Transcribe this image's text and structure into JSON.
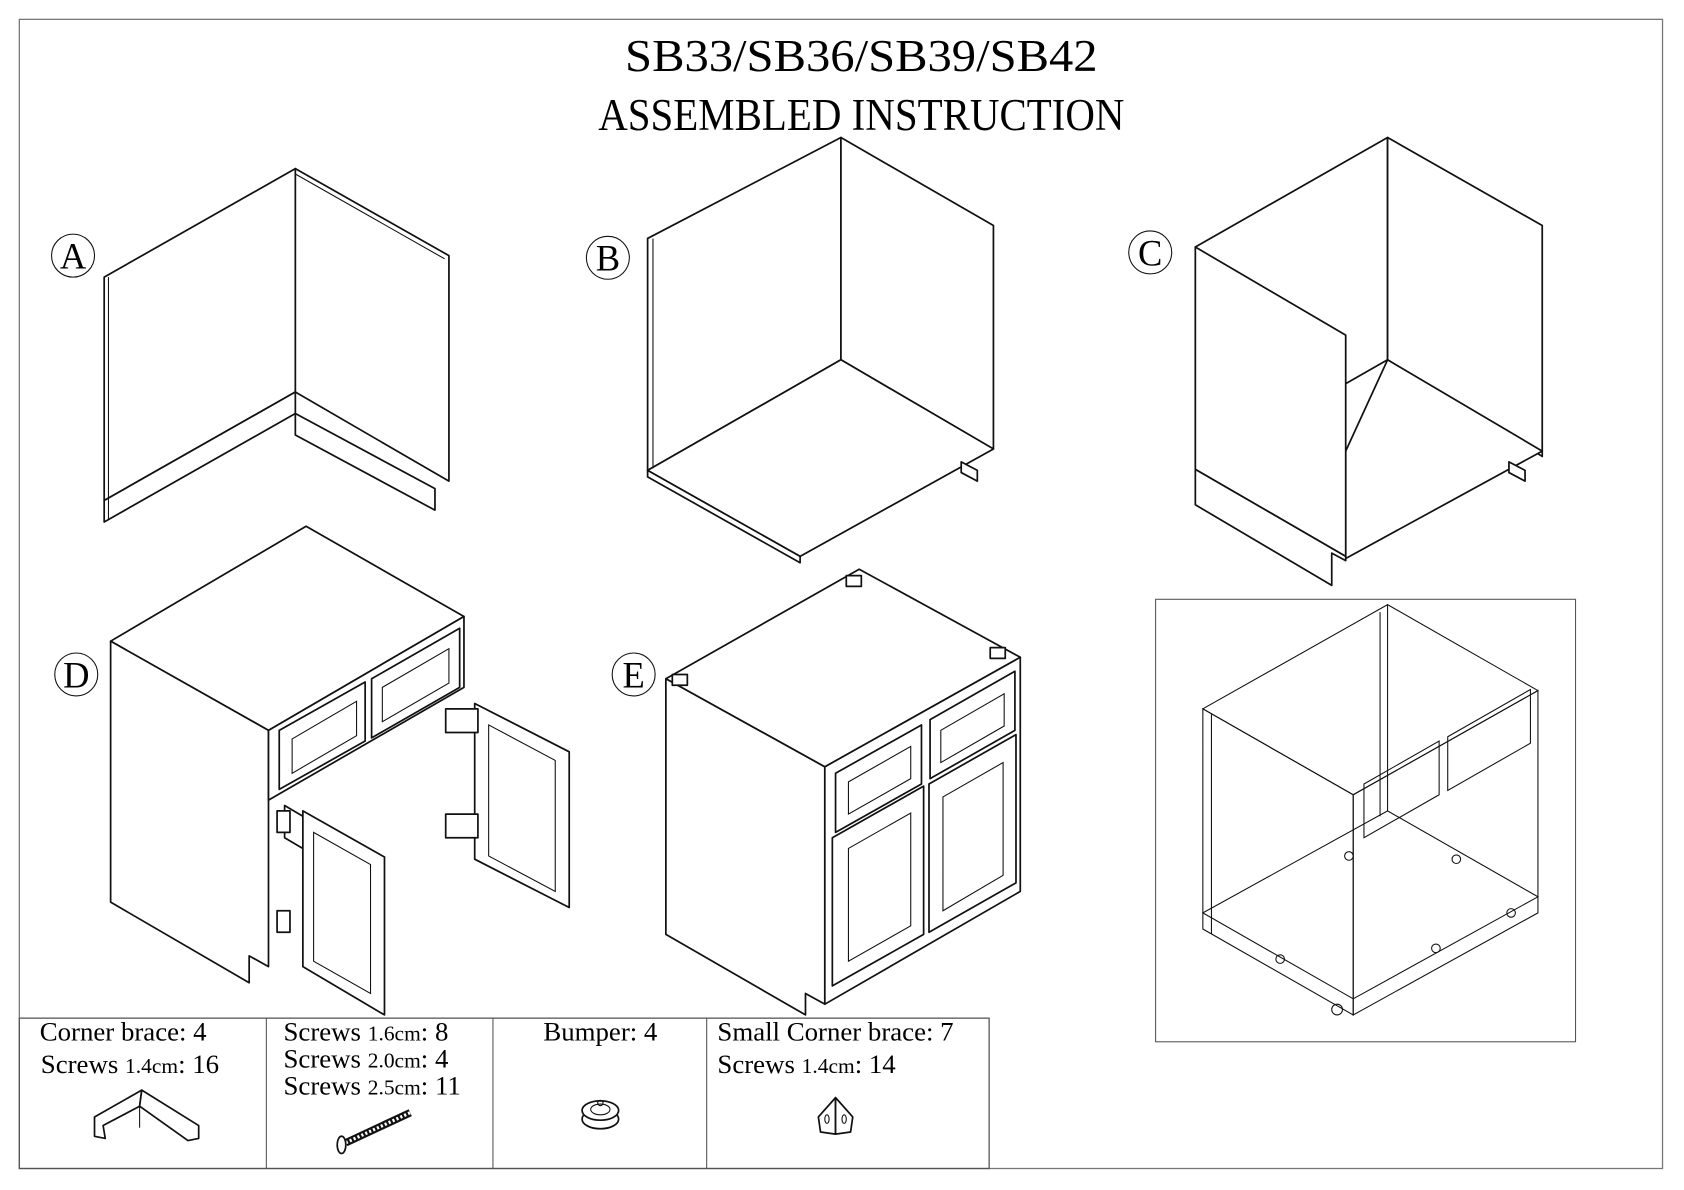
{
  "title": {
    "line1": "SB33/SB36/SB39/SB42",
    "line2": "ASSEMBLED INSTRUCTION"
  },
  "steps": [
    "A",
    "B",
    "C",
    "D",
    "E"
  ],
  "parts": [
    {
      "lines": [
        {
          "name": "Corner brace: 4"
        },
        {
          "name": "Screws ",
          "size": "1.4cm",
          "qty": ": 16"
        }
      ],
      "icon": "corner-brace-icon"
    },
    {
      "lines": [
        {
          "name": "Screws ",
          "size": "1.6cm",
          "qty": ": 8"
        },
        {
          "name": "Screws ",
          "size": "2.0cm",
          "qty": ": 4"
        },
        {
          "name": "Screws ",
          "size": "2.5cm",
          "qty": ": 11"
        }
      ],
      "icon": "screw-icon"
    },
    {
      "lines": [
        {
          "name": "Bumper: 4"
        }
      ],
      "icon": "bumper-icon"
    },
    {
      "lines": [
        {
          "name": "Small Corner brace: 7"
        },
        {
          "name": "Screws ",
          "size": "1.4cm",
          "qty": ": 14"
        }
      ],
      "icon": "small-corner-brace-icon"
    }
  ]
}
